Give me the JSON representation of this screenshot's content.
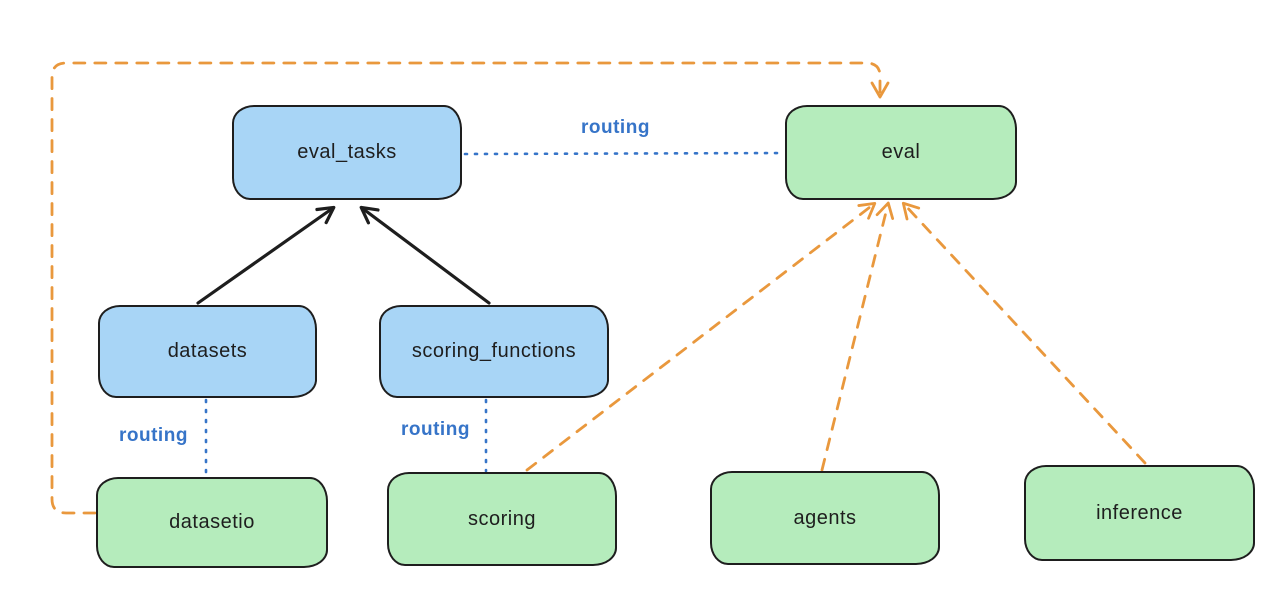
{
  "nodes": {
    "eval_tasks": {
      "label": "eval_tasks",
      "color": "blue"
    },
    "eval": {
      "label": "eval",
      "color": "green"
    },
    "datasets": {
      "label": "datasets",
      "color": "blue"
    },
    "scoring_functions": {
      "label": "scoring_functions",
      "color": "blue"
    },
    "datasetio": {
      "label": "datasetio",
      "color": "green"
    },
    "scoring": {
      "label": "scoring",
      "color": "green"
    },
    "agents": {
      "label": "agents",
      "color": "green"
    },
    "inference": {
      "label": "inference",
      "color": "green"
    }
  },
  "edges": [
    {
      "from": "datasets",
      "to": "eval_tasks",
      "style": "solid-arrow"
    },
    {
      "from": "scoring_functions",
      "to": "eval_tasks",
      "style": "solid-arrow"
    },
    {
      "from": "eval_tasks",
      "to": "eval",
      "style": "dotted",
      "label": "routing"
    },
    {
      "from": "datasets",
      "to": "datasetio",
      "style": "dotted",
      "label": "routing"
    },
    {
      "from": "scoring_functions",
      "to": "scoring",
      "style": "dotted",
      "label": "routing"
    },
    {
      "from": "datasetio",
      "to": "eval",
      "style": "dashed-arrow"
    },
    {
      "from": "scoring",
      "to": "eval",
      "style": "dashed-arrow"
    },
    {
      "from": "agents",
      "to": "eval",
      "style": "dashed-arrow"
    },
    {
      "from": "inference",
      "to": "eval",
      "style": "dashed-arrow"
    }
  ],
  "colors": {
    "blue_node_fill": "#a8d5f6",
    "green_node_fill": "#b5ecbc",
    "node_border": "#1e1e1e",
    "routing_blue": "#3674c8",
    "orange_dashed": "#e9983d",
    "black_arrow": "#1e1e1e",
    "background": "#ffffff"
  }
}
